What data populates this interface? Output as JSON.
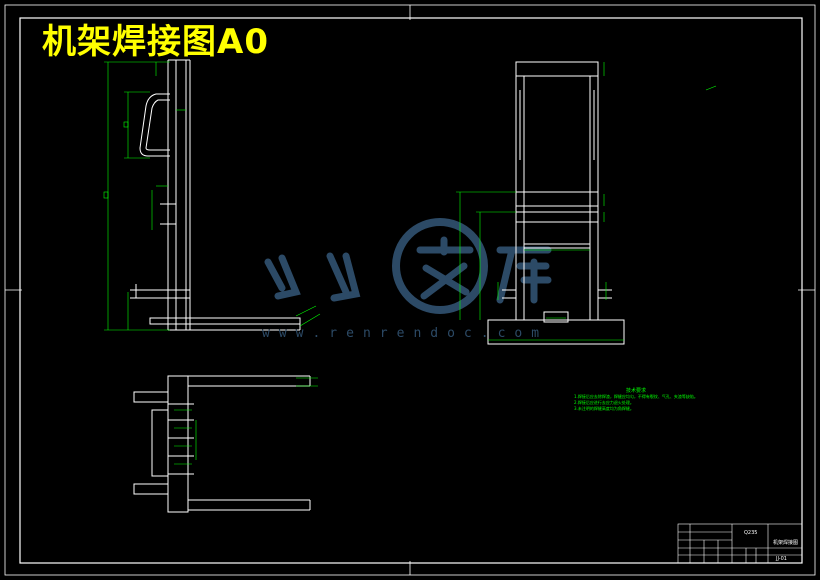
{
  "drawing": {
    "title": "机架焊接图A0",
    "watermark_text": "人人文库",
    "watermark_site": "www.renrendoc.com",
    "technical_requirements": {
      "heading": "技术要求",
      "items": [
        "1.焊接后应去除焊渣，焊缝应均匀，不得有裂纹、气孔、夹渣等缺陷。",
        "2.焊接后应进行去应力退火处理。",
        "3.未注明的焊缝高度均为角焊缝。"
      ]
    },
    "title_block": {
      "name": "机架焊接图",
      "drawing_no": "JJ-01",
      "material": "Q235"
    },
    "colors": {
      "background": "#000000",
      "outline": "#ffffff",
      "dimension": "#00ff00",
      "accent": "#ffff00",
      "watermark": "#2c4a66"
    }
  }
}
